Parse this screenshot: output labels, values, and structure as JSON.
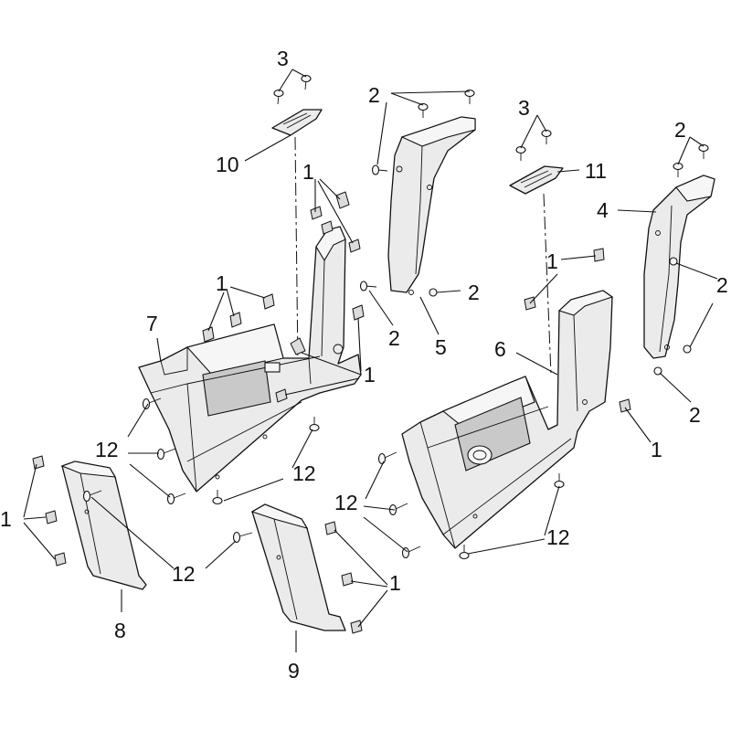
{
  "callouts": [
    {
      "id": "c-3a",
      "text": "3"
    },
    {
      "id": "c-2a",
      "text": "2"
    },
    {
      "id": "c-3b",
      "text": "3"
    },
    {
      "id": "c-2b",
      "text": "2"
    },
    {
      "id": "c-10",
      "text": "10"
    },
    {
      "id": "c-11",
      "text": "11"
    },
    {
      "id": "c-1a",
      "text": "1"
    },
    {
      "id": "c-4",
      "text": "4"
    },
    {
      "id": "c-1b",
      "text": "1"
    },
    {
      "id": "c-7",
      "text": "7"
    },
    {
      "id": "c-2c",
      "text": "2"
    },
    {
      "id": "c-2d",
      "text": "2"
    },
    {
      "id": "c-2e",
      "text": "2"
    },
    {
      "id": "c-5",
      "text": "5"
    },
    {
      "id": "c-1c",
      "text": "1"
    },
    {
      "id": "c-6",
      "text": "6"
    },
    {
      "id": "c-1d",
      "text": "1"
    },
    {
      "id": "c-2f",
      "text": "2"
    },
    {
      "id": "c-1e",
      "text": "1"
    },
    {
      "id": "c-12a",
      "text": "12"
    },
    {
      "id": "c-12b",
      "text": "12"
    },
    {
      "id": "c-12c",
      "text": "12"
    },
    {
      "id": "c-1f",
      "text": "1"
    },
    {
      "id": "c-12d",
      "text": "12"
    },
    {
      "id": "c-12e",
      "text": "12"
    },
    {
      "id": "c-1g",
      "text": "1"
    },
    {
      "id": "c-8",
      "text": "8"
    },
    {
      "id": "c-9",
      "text": "9"
    }
  ]
}
